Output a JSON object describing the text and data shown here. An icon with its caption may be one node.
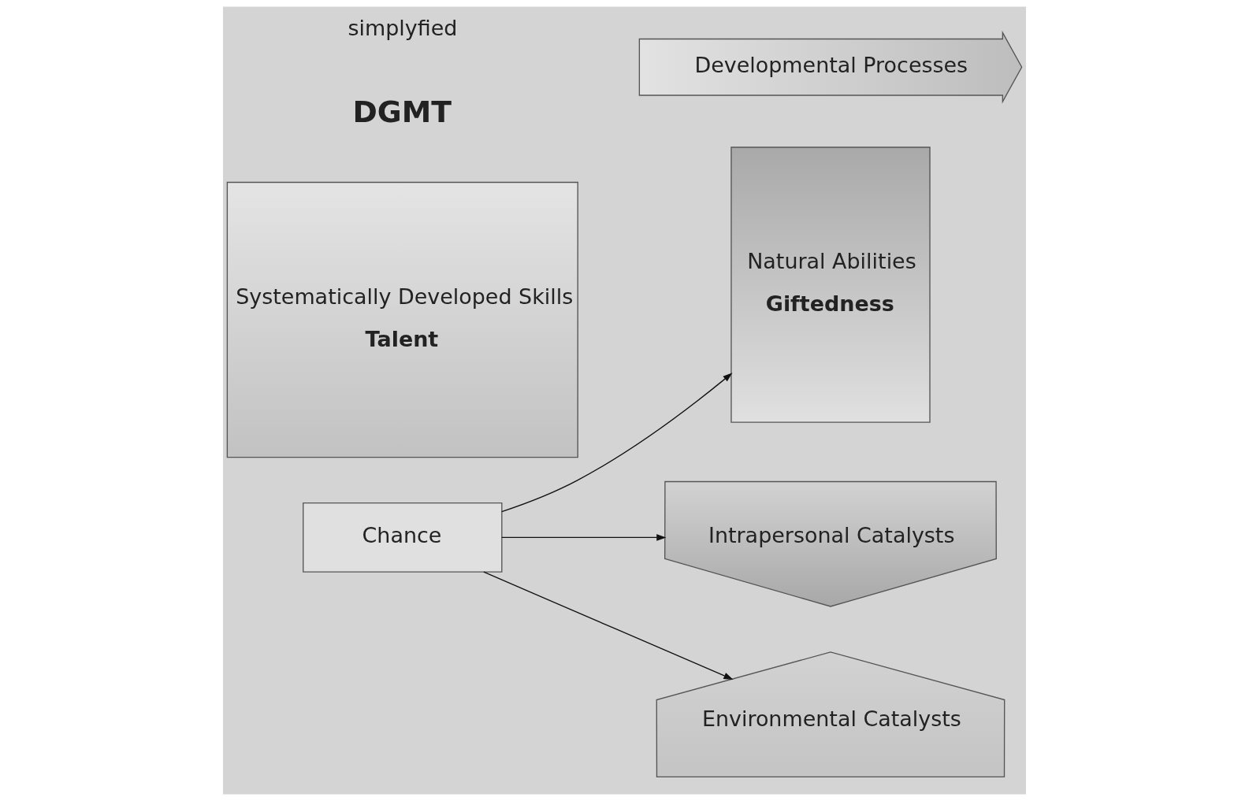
{
  "diagram": {
    "nodes": [
      {
        "text": [
          "Natural Abilities",
          "Giftedness"
        ]
      },
      {
        "text": [
          "Intrapersonal Catalysts"
        ]
      },
      {
        "text": [
          "Developmental Processes"
        ]
      },
      {
        "text": [
          "Systematically Developed Skills",
          "Talent"
        ]
      },
      {
        "text": [
          "Chance"
        ]
      },
      {
        "text": [
          "Environmental Catalysts"
        ]
      }
    ],
    "edges": [
      {
        "from": 4,
        "to": 0,
        "arrow": "to"
      },
      {
        "from": 4,
        "to": 1,
        "arrow": "to"
      },
      {
        "from": 4,
        "to": 5,
        "arrow": "to"
      }
    ],
    "labels": [
      "DGMT",
      "simplyfied"
    ]
  }
}
